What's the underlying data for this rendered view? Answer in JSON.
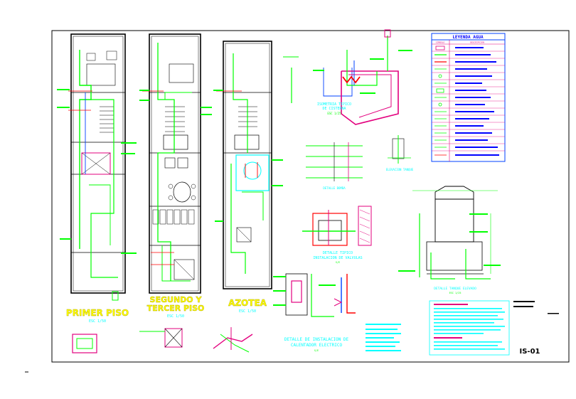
{
  "plans": {
    "first": {
      "title": "PRIMER PISO",
      "scale": "ESC 1/50"
    },
    "second": {
      "title_line1": "SEGUNDO Y",
      "title_line2": "TERCER PISO",
      "scale": "ESC 1/50"
    },
    "roof": {
      "title": "AZOTEA",
      "scale": "ESC 1/50"
    }
  },
  "details": {
    "isometric": {
      "title_line1": "ISOMETRIA TIPICO",
      "title_line2": "DE CISTERNA",
      "scale": "ESC 1/25"
    },
    "elev_bomba": {
      "title": "DETALLE BOMBA"
    },
    "elev_tanque": {
      "title": "ELEVACION TANQUE"
    },
    "valvulas": {
      "title_line1": "DETALLE TIPICO",
      "title_line2": "INSTALACION DE VALVULAS",
      "scale": "S/E"
    },
    "calentador": {
      "title_line1": "DETALLE DE INSTALACION DE",
      "title_line2": "CALENTADOR ELECTRICO",
      "scale": "S/E"
    },
    "tanque_elevado": {
      "title": "DETALLE TANQUE ELEVADO",
      "scale": "ESC 1/25"
    }
  },
  "legend": {
    "title": "LEYENDA AGUA",
    "col_symbol": "SIMBOLO",
    "col_desc": "DESCRIPCION"
  },
  "sheet": {
    "code": "IS-01"
  },
  "chart_data": {
    "type": "diagram",
    "title": "",
    "elements": [
      "PRIMER PISO",
      "SEGUNDO Y TERCER PISO",
      "AZOTEA",
      "LEYENDA AGUA",
      "IS-01"
    ]
  }
}
